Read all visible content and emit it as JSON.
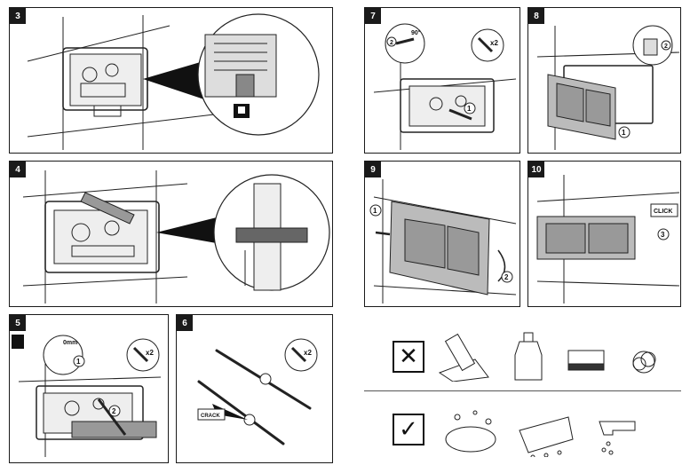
{
  "steps": {
    "s3": {
      "number": "3"
    },
    "s4": {
      "number": "4"
    },
    "s5": {
      "number": "5",
      "gap_label": "0mm",
      "count_label": "x2",
      "callout_1": "1",
      "callout_2": "2"
    },
    "s6": {
      "number": "6",
      "count_label": "x2",
      "crack_label": "CRACK"
    },
    "s7": {
      "number": "7",
      "angle_label": "90°",
      "count_label": "x2",
      "callout_1": "1",
      "callout_2": "2"
    },
    "s8": {
      "number": "8",
      "callout_1": "1",
      "callout_2": "2"
    },
    "s9": {
      "number": "9",
      "callout_1": "1",
      "callout_2": "2"
    },
    "s10": {
      "number": "10",
      "click_label": "CLICK",
      "callout_3": "3"
    }
  },
  "care": {
    "forbidden_symbol": "✕",
    "allowed_symbol": "✓",
    "forbidden_icons": [
      "abrasive-powder-icon",
      "chemical-bottle-icon",
      "scouring-sponge-icon",
      "steel-wool-icon"
    ],
    "allowed_icons": [
      "soapy-water-icon",
      "soft-cloth-icon",
      "water-tap-icon"
    ]
  }
}
